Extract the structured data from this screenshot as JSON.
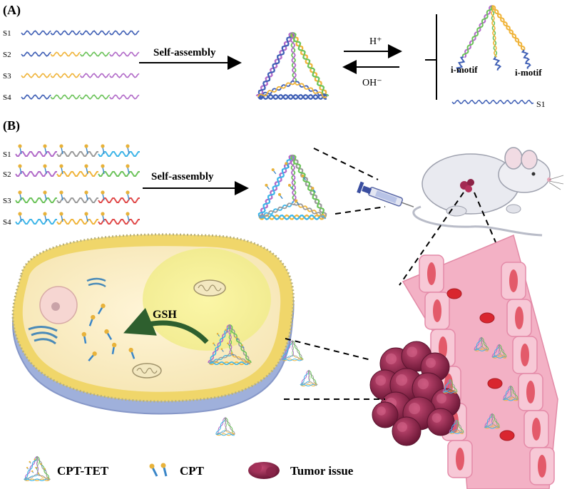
{
  "panel_a": {
    "label": "(A)",
    "strands": [
      "S1",
      "S2",
      "S3",
      "S4"
    ],
    "arrow_label": "Self-assembly",
    "forward_label": "H⁺",
    "reverse_label": "OH⁻",
    "imotif_label_left": "i-motif",
    "imotif_label_right": "i-motif",
    "released_strand": "S1"
  },
  "panel_b": {
    "label": "(B)",
    "strands": [
      "S1",
      "S2",
      "S3",
      "S4"
    ],
    "arrow_label": "Self-assembly",
    "gsh_label": "GSH"
  },
  "legend": {
    "tet_label": "CPT-TET",
    "cpt_label": "CPT",
    "tumor_label": "Tumor issue"
  },
  "colors": {
    "blue": "#3f5fb5",
    "purple": "#b16ac8",
    "yellow": "#f0b43a",
    "green": "#6cc35a",
    "grey": "#9a9a9a",
    "red": "#e04848",
    "cyan": "#3db5e8",
    "tumor": "#9b2d52",
    "vessel": "#f6b7c8"
  }
}
